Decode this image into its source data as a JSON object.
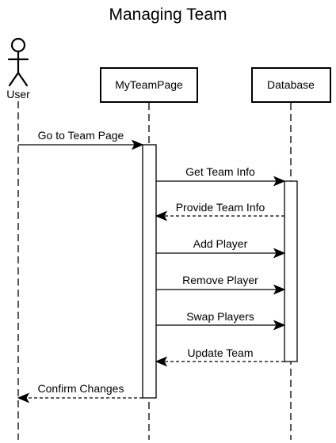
{
  "title": "Managing Team",
  "participants": {
    "user": "User",
    "myteampage": "MyTeamPage",
    "database": "Database"
  },
  "messages": [
    {
      "label": "Go to Team Page",
      "from": "user",
      "to": "myteampage",
      "style": "solid"
    },
    {
      "label": "Get Team Info",
      "from": "myteampage",
      "to": "database",
      "style": "solid"
    },
    {
      "label": "Provide Team Info",
      "from": "database",
      "to": "myteampage",
      "style": "dashed"
    },
    {
      "label": "Add Player",
      "from": "myteampage",
      "to": "database",
      "style": "solid"
    },
    {
      "label": "Remove Player",
      "from": "myteampage",
      "to": "database",
      "style": "solid"
    },
    {
      "label": "Swap Players",
      "from": "myteampage",
      "to": "database",
      "style": "solid"
    },
    {
      "label": "Update Team",
      "from": "database",
      "to": "myteampage",
      "style": "dashed"
    },
    {
      "label": "Confirm Changes",
      "from": "myteampage",
      "to": "user",
      "style": "dashed"
    }
  ]
}
